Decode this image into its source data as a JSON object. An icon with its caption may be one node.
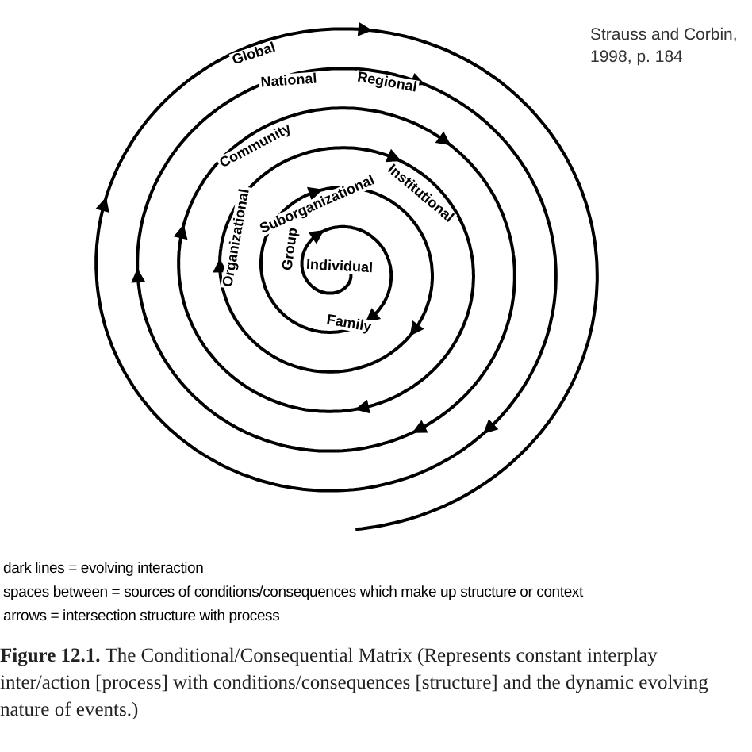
{
  "diagram": {
    "caption": "**Figure 12.1.** The Conditional/Consequential Matrix (Represents constant interplay inter/action [process] with conditions/consequences [structure] and the dynamic evolving nature of events.)",
    "labels": [
      "Strauss and Corbin, 1998, p. 184",
      "Global",
      "National",
      "Regional",
      "Community",
      "Institutional",
      "Organizational",
      "Suborganizational",
      "Group",
      "Individual",
      "Family",
      "dark lines = evolving interaction",
      "spaces between = sources of conditions/consequences which make up structure or context",
      "arrows = intersection structure with process"
    ]
  }
}
